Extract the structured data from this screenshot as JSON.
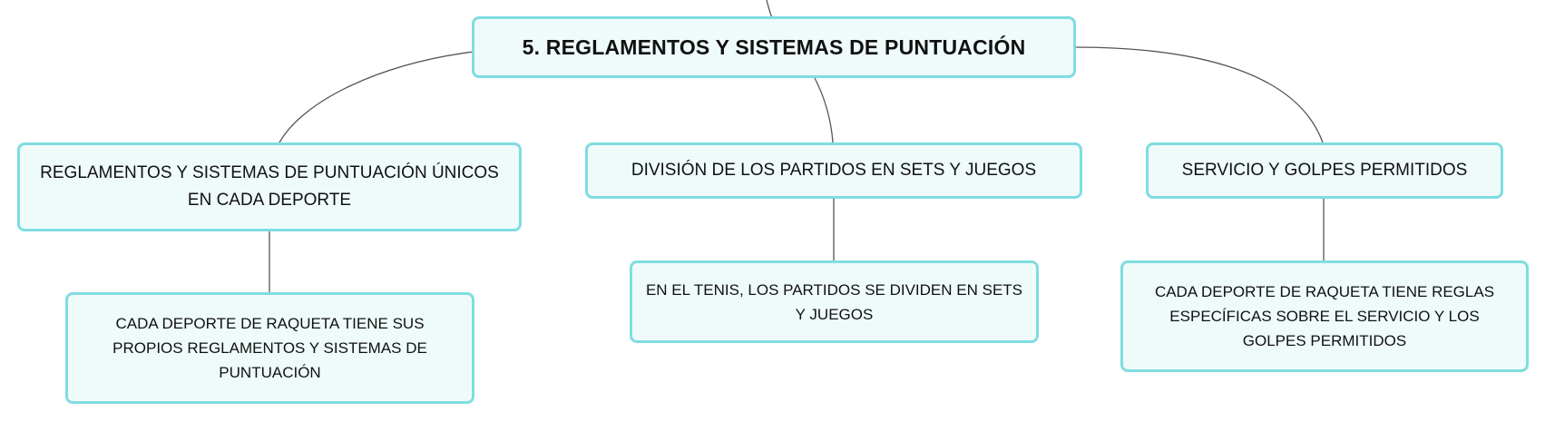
{
  "diagram": {
    "root": {
      "label": "5. REGLAMENTOS Y SISTEMAS DE PUNTUACIÓN"
    },
    "branches": [
      {
        "label": "REGLAMENTOS Y SISTEMAS DE PUNTUACIÓN ÚNICOS EN CADA DEPORTE",
        "detail": "CADA DEPORTE DE RAQUETA TIENE SUS PROPIOS REGLAMENTOS Y SISTEMAS DE PUNTUACIÓN"
      },
      {
        "label": "DIVISIÓN DE LOS PARTIDOS EN SETS Y JUEGOS",
        "detail": "EN EL TENIS, LOS PARTIDOS SE DIVIDEN EN SETS Y JUEGOS"
      },
      {
        "label": "SERVICIO Y GOLPES PERMITIDOS",
        "detail": "CADA DEPORTE DE RAQUETA TIENE REGLAS ESPECÍFICAS SOBRE EL SERVICIO Y LOS GOLPES PERMITIDOS"
      }
    ]
  },
  "colors": {
    "node_fill": "#effbfa",
    "node_border": "#7fdde0",
    "connector": "#555555",
    "text": "#111111"
  }
}
